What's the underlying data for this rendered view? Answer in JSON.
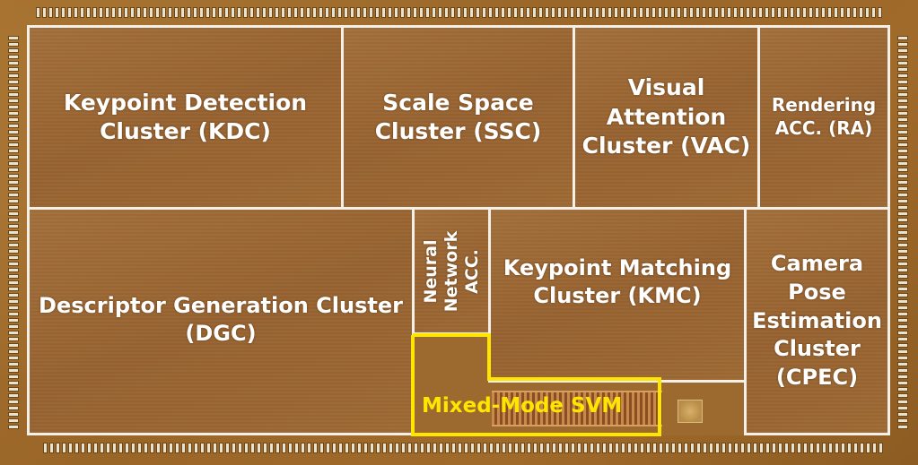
{
  "blocks": {
    "kdc": "Keypoint Detection\nCluster (KDC)",
    "ssc": "Scale Space\nCluster (SSC)",
    "vac": "Visual\nAttention\nCluster (VAC)",
    "ra": "Rendering\nACC. (RA)",
    "dgc": "Descriptor Generation Cluster\n(DGC)",
    "nn": "Neural\nNetwork\nACC.",
    "kmc": "Keypoint Matching\nCluster (KMC)",
    "cpec": "Camera\nPose\nEstimation\nCluster\n(CPEC)"
  },
  "highlight": {
    "svm_label": "Mixed-Mode SVM",
    "color": "#ffe600"
  },
  "colors": {
    "die": "#9c6a2e",
    "block_border": "#f3f0ea",
    "text": "#ffffff"
  }
}
